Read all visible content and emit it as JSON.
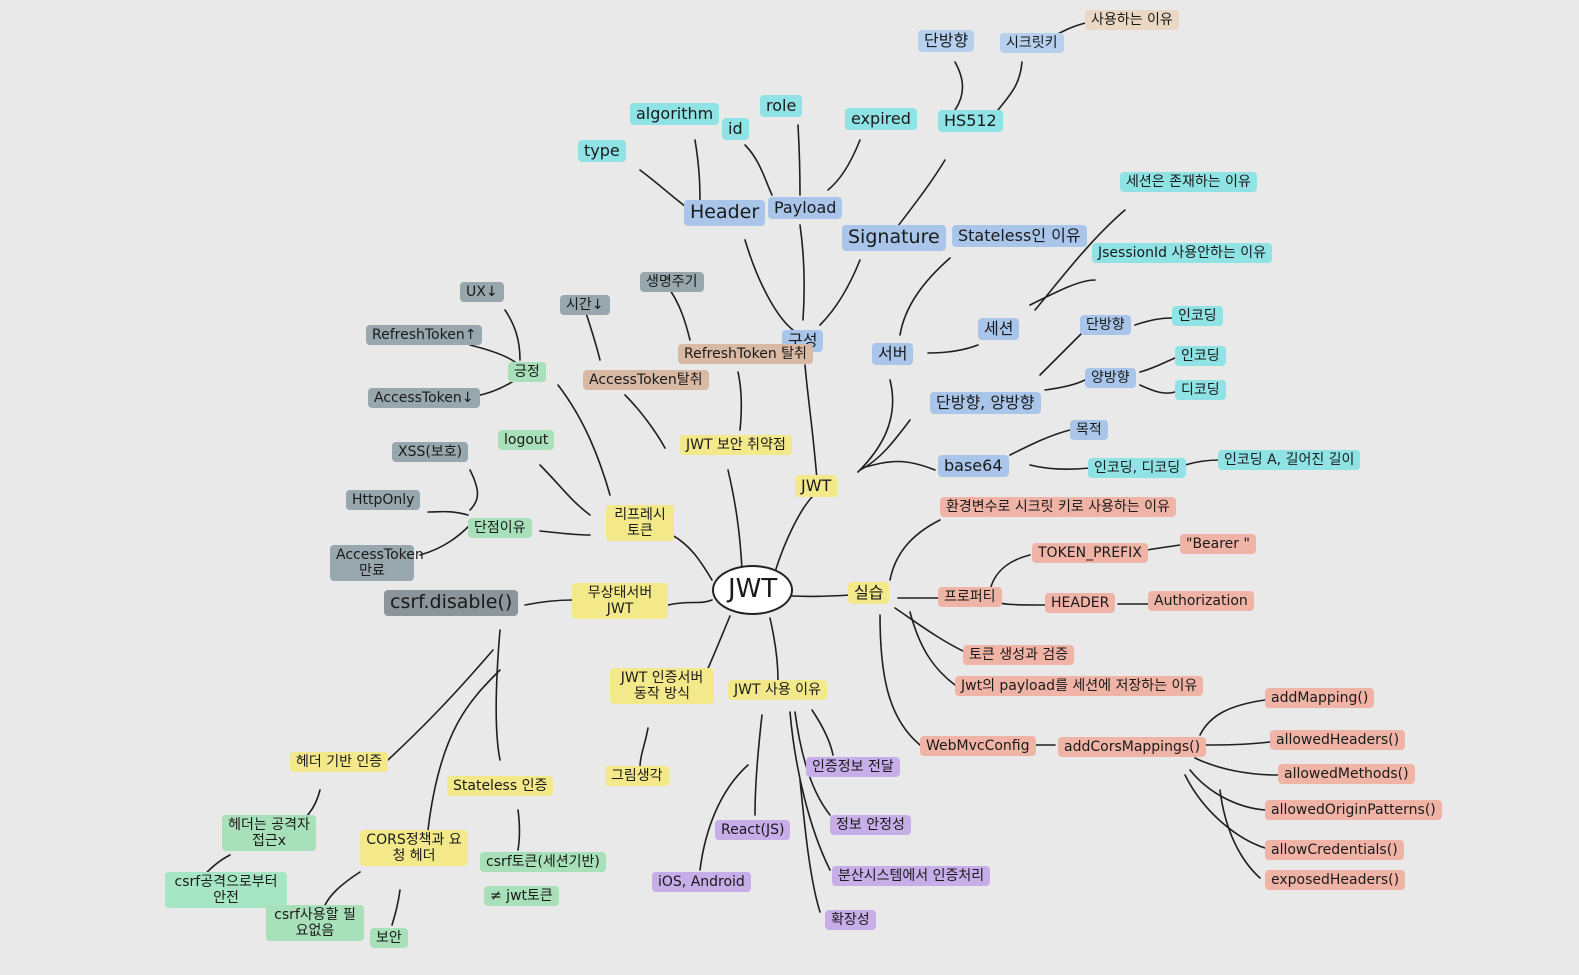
{
  "mindmap": {
    "root": "JWT",
    "n_jwt2": "JWT",
    "n_gusung": "구성",
    "n_header": "Header",
    "n_payload": "Payload",
    "n_signature": "Signature",
    "n_type": "type",
    "n_algorithm": "algorithm",
    "n_id": "id",
    "n_role": "role",
    "n_expired": "expired",
    "n_hs512": "HS512",
    "n_danbang": "단방향",
    "n_secretkey": "시크릿키",
    "n_saeyong_iyu": "사용하는 이유",
    "n_stateless_iyu": "Stateless인 이유",
    "n_server": "서버",
    "n_session": "세션",
    "n_session_exist": "세션은 존재하는 이유",
    "n_jsessionid": "JsessionId 사용안하는 이유",
    "n_dan_yang": "단방향, 양방향",
    "n_danbang2": "단방향",
    "n_encode1": "인코딩",
    "n_yangbang": "양방향",
    "n_encode2": "인코딩",
    "n_decode": "디코딩",
    "n_base64": "base64",
    "n_mokjeok": "목적",
    "n_encdec": "인코딩, 디코딩",
    "n_encoding_a": "인코딩 A, 길어진 길이",
    "n_silseup": "실습",
    "n_env_secret": "환경변수로 시크릿 키로 사용하는 이유",
    "n_property": "프로퍼티",
    "n_token_prefix": "TOKEN_PREFIX",
    "n_bearer": "\"Bearer \"",
    "n_header2": "HEADER",
    "n_authorization": "Authorization",
    "n_token_create": "토큰 생성과 검증",
    "n_payload_session": "Jwt의 payload를 세션에 저장하는 이유",
    "n_webmvc": "WebMvcConfig",
    "n_addcors": "addCorsMappings()",
    "n_addmapping": "addMapping()",
    "n_allowedheaders": "allowedHeaders()",
    "n_allowedmethods": "allowedMethods()",
    "n_allowedorigin": "allowedOriginPatterns()",
    "n_allowcred": "allowCredentials()",
    "n_exposed": "exposedHeaders()",
    "n_jwt_use": "JWT 사용 이유",
    "n_auth_transfer": "인증정보 전달",
    "n_info_safe": "정보 안정성",
    "n_distributed": "분산시스템에서 인증처리",
    "n_scalability": "확장성",
    "n_react": "React(JS)",
    "n_ios": "iOS, Android",
    "n_jwt_flow": "JWT 인증서버 동작 방식",
    "n_grimsaeng": "그림생각",
    "n_stateless_jwt": "무상태서버 JWT",
    "n_csrf_disable": "csrf.disable()",
    "n_header_auth": "헤더 기반 인증",
    "n_header_attack": "헤더는 공격자 접근x",
    "n_csrf_attack": "csrf공격으로부터 안전",
    "n_cors": "CORS정책과 요청 헤더",
    "n_csrf_unneeded": "csrf사용할 필요없음",
    "n_boan": "보안",
    "n_stateless_auth": "Stateless 인증",
    "n_csrf_token": "csrf토큰(세션기반)",
    "n_neq_jwt": "≠ jwt토큰",
    "n_refresh": "리프레시 토큰",
    "n_dansesa": "단점이유",
    "n_xss": "XSS(보호)",
    "n_httponly": "HttpOnly",
    "n_access_expire": "AccessToken 만료",
    "n_logout": "logout",
    "n_geungjeong": "긍정",
    "n_ux": "UX↓",
    "n_refresh_up": "RefreshToken↑",
    "n_access_down": "AccessToken↓",
    "n_vuln": "JWT 보안 취약점",
    "n_access_theft": "AccessToken탈취",
    "n_refresh_theft": "RefreshToken 탈취",
    "n_sigan": "시간↓",
    "n_saeng": "생명주기"
  }
}
